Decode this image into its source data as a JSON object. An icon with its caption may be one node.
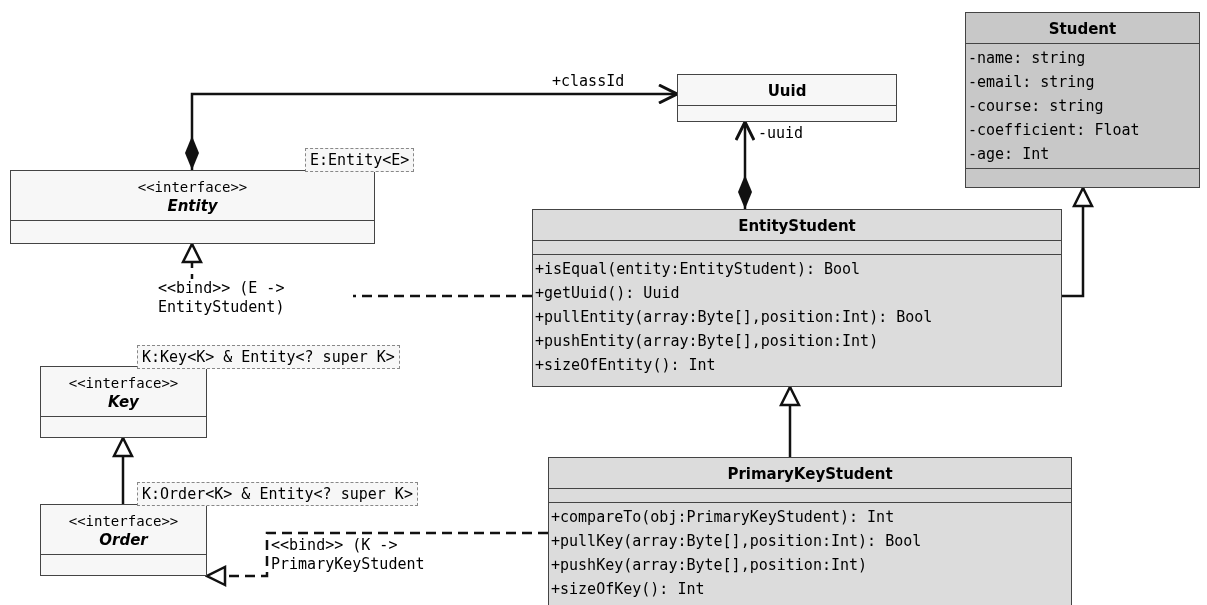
{
  "diagram": {
    "nodes": [
      {
        "text": [
          "Uuid"
        ]
      },
      {
        "text": [
          "Student",
          "-name: string",
          "-email: string",
          "-course: string",
          "-coefficient: Float",
          "-age: Int"
        ]
      },
      {
        "text": [
          "<<interface>>",
          "Entity"
        ],
        "beside": [
          "E:Entity<E>"
        ]
      },
      {
        "text": [
          "EntityStudent",
          "+isEqual(entity:EntityStudent): Bool",
          "+getUuid(): Uuid",
          "+pullEntity(array:Byte[],position:Int): Bool",
          "+pushEntity(array:Byte[],position:Int)",
          "+sizeOfEntity(): Int"
        ]
      },
      {
        "text": [
          "<<interface>>",
          "Key"
        ],
        "beside": [
          "K:Key<K> & Entity<? super K>"
        ]
      },
      {
        "text": [
          "<<interface>>",
          "Order"
        ],
        "beside": [
          "K:Order<K> & Entity<? super K>"
        ]
      },
      {
        "text": [
          "PrimaryKeyStudent",
          "+compareTo(obj:PrimaryKeyStudent): Int",
          "+pullKey(array:Byte[],position:Int): Bool",
          "+pushKey(array:Byte[],position:Int)",
          "+sizeOfKey(): Int"
        ]
      }
    ],
    "edges": [
      {
        "from": 2,
        "to": 0,
        "arrow": "to",
        "label": "+classId"
      },
      {
        "from": 3,
        "to": 0,
        "arrow": "to",
        "label": "-uuid"
      },
      {
        "from": 3,
        "to": 1,
        "arrow": "to"
      },
      {
        "from": 3,
        "to": 2,
        "arrow": "to",
        "style": "dashed",
        "label": "<<bind>> (E -> EntityStudent)"
      },
      {
        "from": 5,
        "to": 4,
        "arrow": "to"
      },
      {
        "from": 6,
        "to": 3,
        "arrow": "to"
      },
      {
        "from": 6,
        "to": 5,
        "arrow": "to",
        "style": "dashed",
        "label": "<<bind>> (K -> PrimaryKeyStudent"
      }
    ]
  }
}
